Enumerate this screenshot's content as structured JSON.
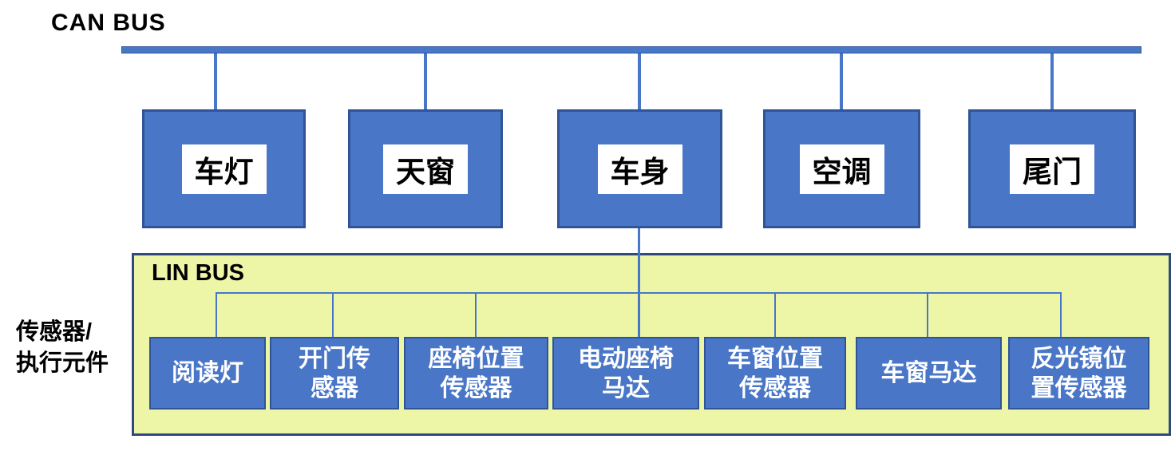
{
  "can_bus": {
    "label": "CAN BUS"
  },
  "lin_bus": {
    "label": "LIN BUS"
  },
  "side_label": "传感器/\n执行元件",
  "can_nodes": [
    {
      "label": "车灯"
    },
    {
      "label": "天窗"
    },
    {
      "label": "车身"
    },
    {
      "label": "空调"
    },
    {
      "label": "尾门"
    }
  ],
  "lin_nodes": [
    {
      "label": "阅读灯"
    },
    {
      "label": "开门传\n感器"
    },
    {
      "label": "座椅位置\n传感器"
    },
    {
      "label": "电动座椅\n马达"
    },
    {
      "label": "车窗位置\n传感器"
    },
    {
      "label": "车窗马达"
    },
    {
      "label": "反光镜位\n置传感器"
    }
  ],
  "colors": {
    "node_fill": "#4976c7",
    "node_border": "#2f5597",
    "connector": "#4877c8",
    "panel_fill": "#edf5a6",
    "panel_border": "#2e4b7c",
    "node_text": "#ffffff",
    "label_text": "#000000",
    "node_inner_label_bg": "#ffffff"
  }
}
